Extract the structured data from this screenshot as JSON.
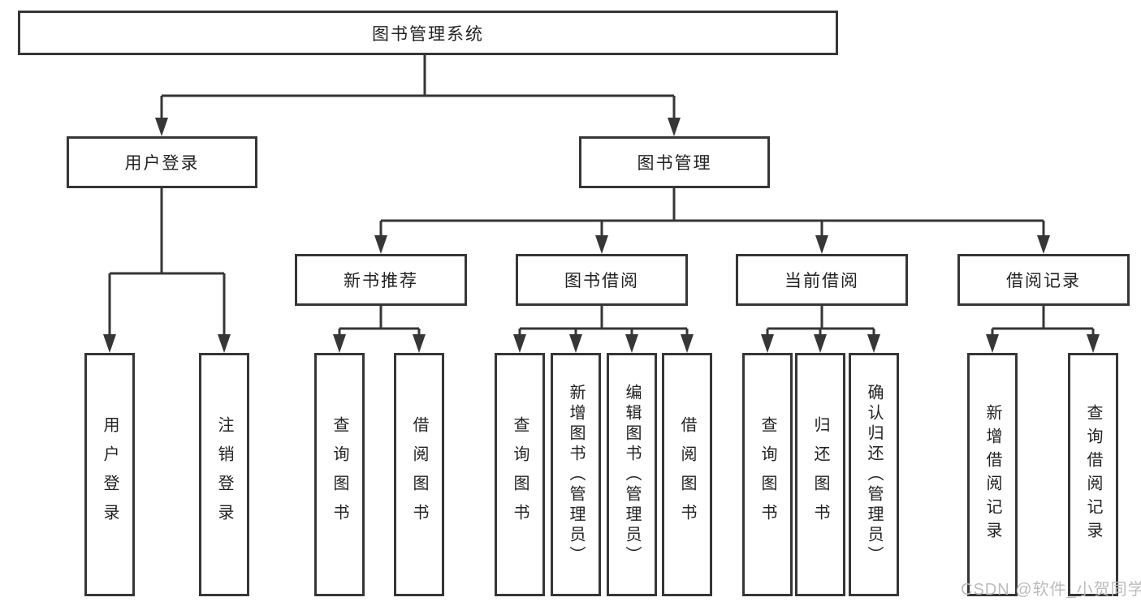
{
  "tree": {
    "root": {
      "label": "图书管理系统"
    },
    "branches": [
      {
        "label": "用户登录",
        "leaves": [
          {
            "label": "用户登录"
          },
          {
            "label": "注销登录"
          }
        ]
      },
      {
        "label": "图书管理",
        "groups": [
          {
            "label": "新书推荐",
            "leaves": [
              {
                "label": "查询图书"
              },
              {
                "label": "借阅图书"
              }
            ]
          },
          {
            "label": "图书借阅",
            "leaves": [
              {
                "label": "查询图书"
              },
              {
                "label": "新增图书（管理员）"
              },
              {
                "label": "编辑图书（管理员）"
              },
              {
                "label": "借阅图书"
              }
            ]
          },
          {
            "label": "当前借阅",
            "leaves": [
              {
                "label": "查询图书"
              },
              {
                "label": "归还图书"
              },
              {
                "label": "确认归还（管理员）"
              }
            ]
          },
          {
            "label": "借阅记录",
            "leaves": [
              {
                "label": "新增借阅记录"
              },
              {
                "label": "查询借阅记录"
              }
            ]
          }
        ]
      }
    ]
  },
  "watermark": {
    "text": "CSDN @软件_小贺同学",
    "color": "#bcbcbc"
  },
  "colors": {
    "line": "#363636",
    "text": "#222222",
    "background": "#ffffff"
  }
}
